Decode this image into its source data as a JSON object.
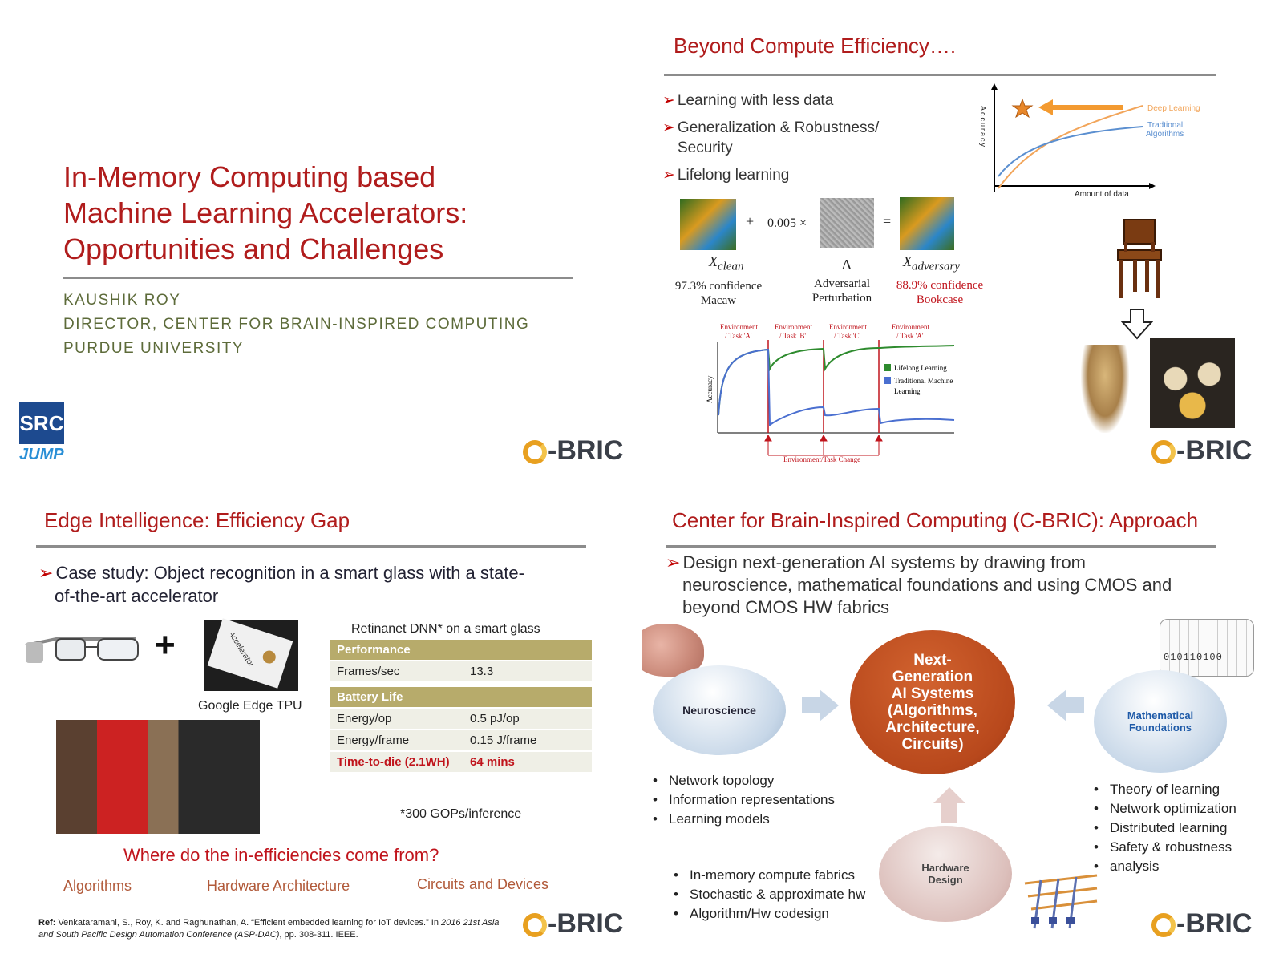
{
  "slide1": {
    "title_lines": [
      "In-Memory Computing based",
      "Machine Learning Accelerators:",
      "Opportunities and Challenges"
    ],
    "author": "KAUSHIK ROY",
    "role": "DIRECTOR, CENTER FOR BRAIN-INSPIRED COMPUTING",
    "affiliation": "PURDUE UNIVERSITY",
    "src_logo": "SRC",
    "jump_logo": "JUMP",
    "cbric_logo": "-BRIC"
  },
  "slide2": {
    "title": "Beyond Compute Efficiency….",
    "bullets": [
      "Learning with less data",
      "Generalization & Robustness/",
      "Security",
      "Lifelong learning"
    ],
    "chart_data": {
      "type": "line",
      "xlabel": "Amount of data",
      "ylabel": "Accuracy",
      "series": [
        {
          "name": "Deep Learning",
          "color": "#f2a55a"
        },
        {
          "name": "Tradtional Algorithms",
          "color": "#5b8fd0"
        }
      ]
    },
    "equation": {
      "plus": "+",
      "coef": "0.005 ×",
      "eq": "=",
      "x_clean": "X",
      "clean_sub": "clean",
      "delta": "Δ",
      "x_adv": "X",
      "adv_sub": "adversary",
      "clean_conf": "97.3% confidence",
      "clean_label": "Macaw",
      "delta_label1": "Adversarial",
      "delta_label2": "Perturbation",
      "adv_conf": "88.9% confidence",
      "adv_label": "Bookcase"
    },
    "lifelong_chart": {
      "envs": [
        [
          "Environment",
          "/ Task 'A'"
        ],
        [
          "Environment",
          "/ Task 'B'"
        ],
        [
          "Environment",
          "/ Task 'C'"
        ],
        [
          "Environment",
          "/ Task 'A'"
        ]
      ],
      "ylabel": "Accuracy",
      "legend": [
        "Lifelong Learning",
        "Traditional Machine",
        "Learning"
      ],
      "change_label": "Environment/Task Change",
      "colors": {
        "lifelong": "#2e8b2e",
        "traditional": "#4a6fd0",
        "change": "#c0141c"
      }
    },
    "cbric_logo": "-BRIC"
  },
  "slide3": {
    "title": "Edge Intelligence: Efficiency Gap",
    "case_study": [
      "Case study: Object recognition in a smart glass with a state-",
      "of-the-art accelerator"
    ],
    "plus": "+",
    "tpu_label": "Google Edge TPU",
    "tpu_chip_text": "Accelerator",
    "table_title": "Retinanet DNN* on a smart glass",
    "table": [
      {
        "type": "hdr",
        "a": "Performance",
        "b": ""
      },
      {
        "type": "row",
        "a": "Frames/sec",
        "b": "13.3"
      },
      {
        "type": "hdr",
        "a": "Battery Life",
        "b": ""
      },
      {
        "type": "row",
        "a": "Energy/op",
        "b": "0.5 pJ/op"
      },
      {
        "type": "row",
        "a": "Energy/frame",
        "b": "0.15 J/frame"
      },
      {
        "type": "redrow",
        "a": "Time-to-die (2.1WH)",
        "b": "64 mins"
      }
    ],
    "footnote": "*300 GOPs/inference",
    "question": "Where do the in-efficiencies come from?",
    "sources": [
      "Algorithms",
      "Hardware Architecture",
      "Circuits and Devices"
    ],
    "ref_label": "Ref:",
    "ref_text": "Venkataramani, S., Roy, K. and Raghunathan, A. “Efficient embedded learning for IoT devices.” In",
    "ref_italic": "2016 21st Asia and South Pacific Design Automation Conference (ASP-DAC)",
    "ref_tail": ", pp. 308-311. IEEE.",
    "ref_year": "2016",
    "cbric_logo": "-BRIC"
  },
  "slide4": {
    "title": "Center for Brain-Inspired Computing (C-BRIC): Approach",
    "intro": [
      "Design next-generation AI systems by drawing from",
      "neuroscience, mathematical foundations and using CMOS and",
      "beyond CMOS HW fabrics"
    ],
    "center": [
      "Next-",
      "Generation",
      "AI Systems",
      "(Algorithms,",
      "Architecture,",
      "Circuits)"
    ],
    "neuroscience": "Neuroscience",
    "math": [
      "Mathematical",
      "Foundations"
    ],
    "hardware": [
      "Hardware",
      "Design"
    ],
    "binary": "010110100",
    "neuro_bullets": [
      "Network topology",
      "Information representations",
      "Learning models"
    ],
    "math_bullets": [
      "Theory of learning",
      "Network optimization",
      "Distributed learning",
      "Safety & robustness",
      "analysis"
    ],
    "hw_bullets": [
      "In-memory compute fabrics",
      "Stochastic & approximate hw",
      "Algorithm/Hw codesign"
    ],
    "cbric_logo": "-BRIC"
  }
}
